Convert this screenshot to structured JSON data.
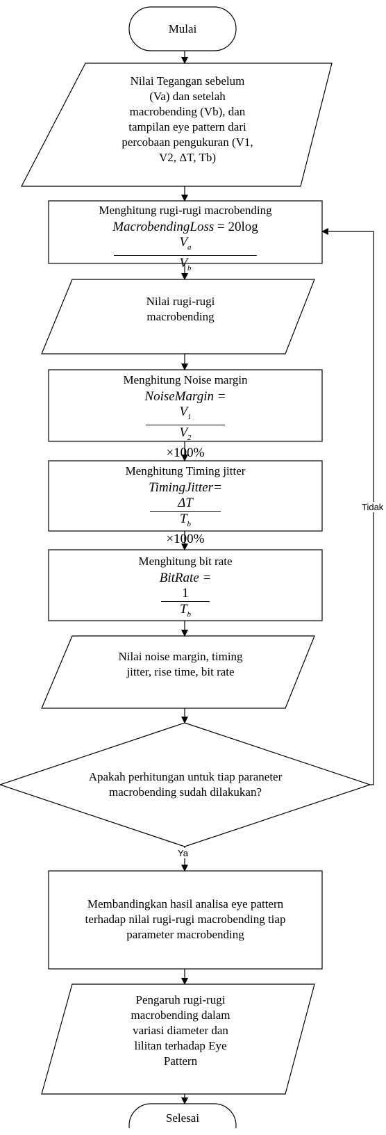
{
  "nodes": {
    "start": "Mulai",
    "input": [
      "Nilai Tegangan sebelum",
      "(Va) dan setelah",
      "macrobending (Vb), dan",
      "tampilan eye pattern dari",
      "percobaan pengukuran (V1,",
      "V2, ΔT, Tb)"
    ],
    "calc_loss": {
      "title": "Menghitung rugi-rugi macrobending",
      "formula_lhs": "MacrobendingLoss",
      "formula_coef": "= 20log",
      "num": "V",
      "num_sub": "a",
      "den": "V",
      "den_sub": "b"
    },
    "loss_value": [
      "Nilai rugi-rugi",
      "macrobending"
    ],
    "calc_noise": {
      "title": "Menghitung Noise margin",
      "formula_lhs": "NoiseMargin =",
      "num": "V",
      "num_sub": "1",
      "den": "V",
      "den_sub": "2",
      "tail": "×100%"
    },
    "calc_jitter": {
      "title": "Menghitung Timing jitter",
      "formula_lhs": "TimingJitter=",
      "num": "ΔT",
      "den": "T",
      "den_sub": "b",
      "tail": "×100%"
    },
    "calc_bitrate": {
      "title": "Menghitung bit rate",
      "formula_lhs": "BitRate =",
      "num": "1",
      "den": "T",
      "den_sub": "b"
    },
    "results": [
      "Nilai noise margin, timing",
      "jitter, rise time, bit rate"
    ],
    "decision": [
      "Apakah perhitungan untuk tiap paraneter",
      "macrobending sudah dilakukan?"
    ],
    "compare": [
      "Membandingkan hasil analisa eye pattern",
      "terhadap nilai rugi-rugi macrobending tiap",
      "parameter macrobending"
    ],
    "effect": [
      "Pengaruh rugi-rugi",
      "macrobending dalam",
      "variasi diameter dan",
      "lilitan terhadap Eye",
      "Pattern"
    ],
    "end": "Selesai"
  },
  "labels": {
    "no": "Tidak",
    "yes": "Ya"
  }
}
